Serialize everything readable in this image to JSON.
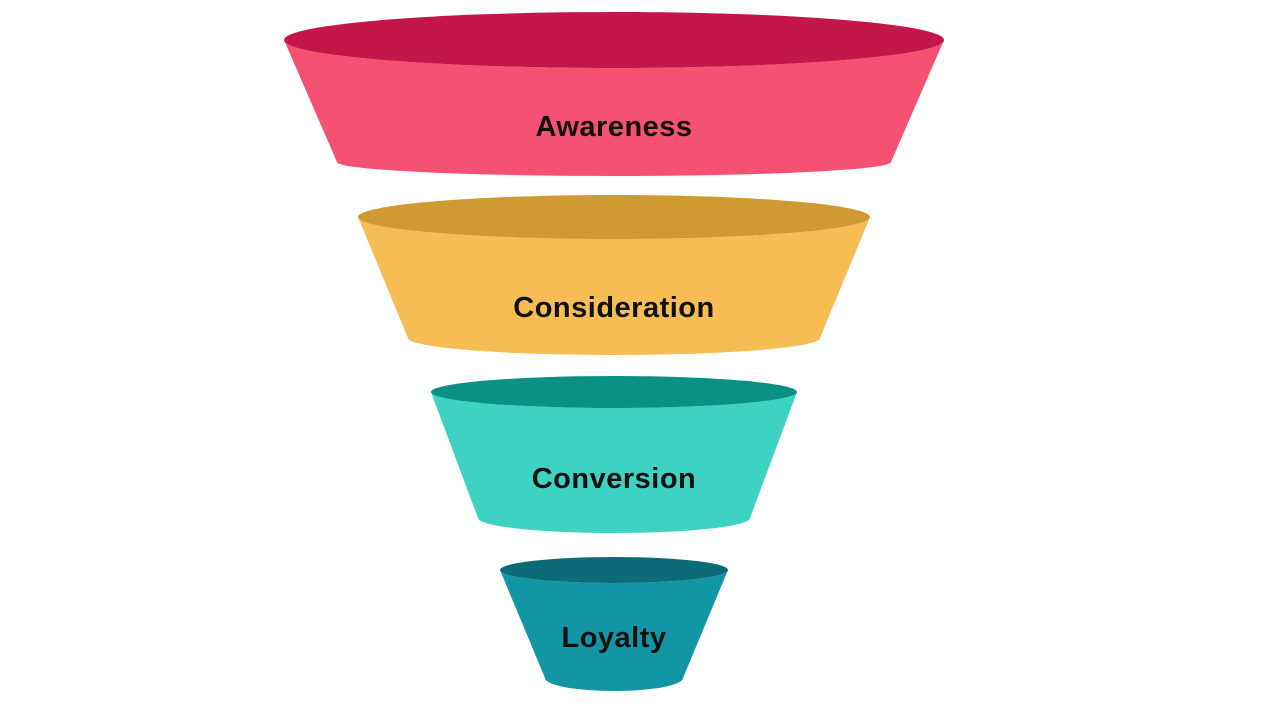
{
  "diagram": {
    "type": "marketing-funnel",
    "background_color": "#FFFFFF",
    "text_color": "#111111",
    "stages": [
      {
        "label": "Awareness",
        "body_color": "#F55273",
        "top_color": "#C3164A"
      },
      {
        "label": "Consideration",
        "body_color": "#F5BD54",
        "top_color": "#CE9A31"
      },
      {
        "label": "Conversion",
        "body_color": "#3ED2C3",
        "top_color": "#0A9183"
      },
      {
        "label": "Loyalty",
        "body_color": "#1296A5",
        "top_color": "#0C6B77"
      }
    ]
  }
}
